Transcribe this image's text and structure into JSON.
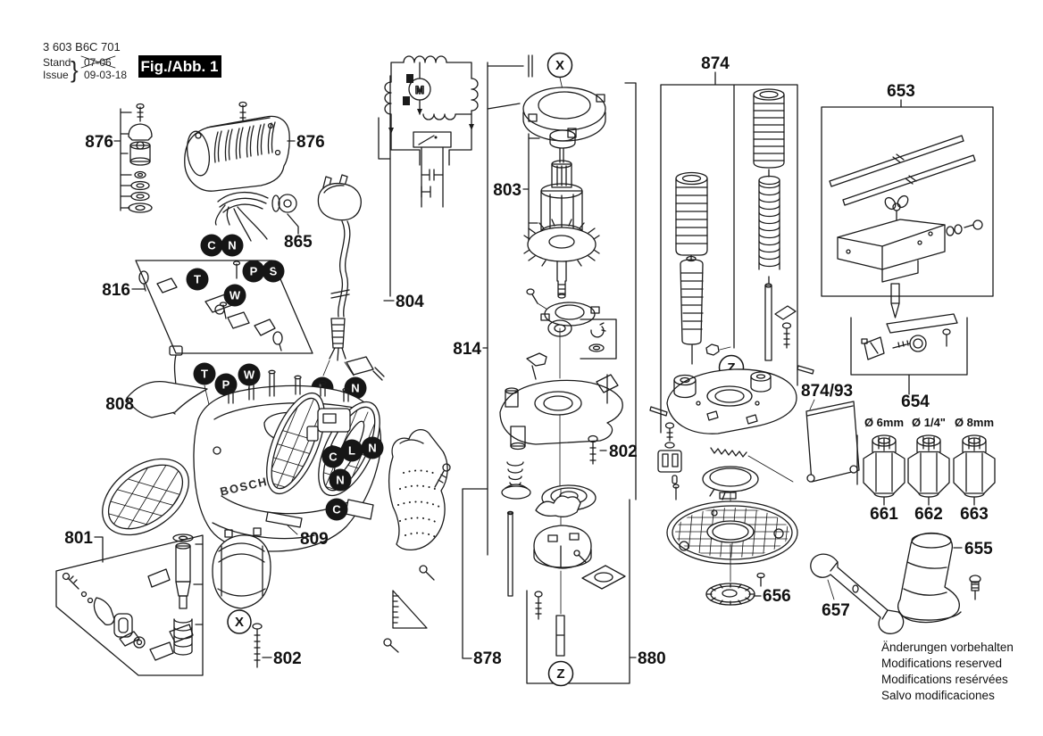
{
  "document": {
    "type_number": "3 603 B6C 701",
    "stand_label": "Stand",
    "issue_label": "Issue",
    "superseded_date": "07-06",
    "issue_date": "09-03-18",
    "figure_label": "Fig./Abb. 1"
  },
  "brand": {
    "logo_text": "BOSCH"
  },
  "part_labels": {
    "damper_kit": "876",
    "motor_cover": "876",
    "cable_set": "865",
    "brush_plate": "816",
    "power_cord": "804",
    "deflector": "808",
    "parts_set_801": "801",
    "screw_802a": "802",
    "cover_strip": "809",
    "handle_878": "878",
    "armature": "803",
    "bearing_flange": "814",
    "screw_802b": "802",
    "clamp_880": "880",
    "columns_874": "874",
    "chip_guard": "874/93",
    "guide_653": "653",
    "adapter_654": "654",
    "disc_656": "656",
    "collet_661": "661",
    "collet_662": "662",
    "collet_663": "663",
    "extractor_655": "655",
    "wrench_657": "657"
  },
  "callout_letters": {
    "c": "C",
    "n": "N",
    "p": "P",
    "s": "S",
    "t": "T",
    "w": "W",
    "l": "L",
    "x": "X",
    "z": "Z"
  },
  "collet_sizes": {
    "size_661": "Ø 6mm",
    "size_662": "Ø 1/4\"",
    "size_663": "Ø 8mm"
  },
  "motor_symbol": "M",
  "footer_notes": [
    "Änderungen vorbehalten",
    "Modifications reserved",
    "Modifications resérvées",
    "Salvo modificaciones"
  ]
}
